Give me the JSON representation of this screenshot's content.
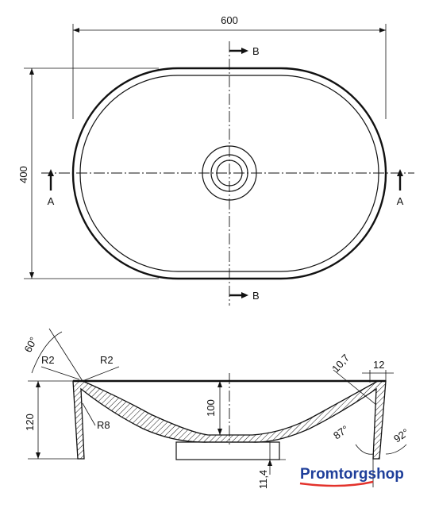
{
  "top_view": {
    "dim_width": "600",
    "dim_height": "400",
    "section_a_left": "A",
    "section_a_right": "A",
    "section_b_top": "B",
    "section_b_bottom": "B"
  },
  "section_view": {
    "angle_60": "60°",
    "radius_left": "R2",
    "radius_right": "R2",
    "height_outer": "120",
    "height_inner": "100",
    "radius_base": "R8",
    "base_thickness": "11,4",
    "dim_10_7": "10,7",
    "dim_12": "12",
    "angle_87": "87°",
    "angle_92": "92°"
  },
  "logo": {
    "part1": "Promtorg",
    "part2": "shop",
    "accent_color": "#1f3f9a",
    "underline_color": "#e3322b"
  }
}
